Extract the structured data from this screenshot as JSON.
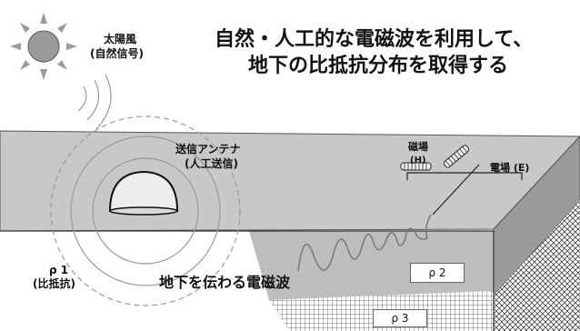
{
  "title": {
    "line1": "自然・人工的な電磁波を利用して、",
    "line2": "地下の比抵抗分布を取得する"
  },
  "sun_label": {
    "line1": "太陽風",
    "line2": "(自然信号)"
  },
  "antenna_label": {
    "line1": "送信アンテナ",
    "line2": "(人工送信)"
  },
  "magnetic_label": {
    "line1": "磁場",
    "line2": "(H)"
  },
  "electric_label": "電場 (E)",
  "rho1_label": {
    "line1": "ρ 1",
    "line2": "(比抵抗)"
  },
  "wave_label": "地下を伝わる電磁波",
  "rho2_label": "ρ 2",
  "rho3_label": "ρ 3",
  "colors": {
    "top_surface": "#c8c8c8",
    "side_shade": "#9a9a9a",
    "front_face": "#ffffff",
    "rho2_region": "#bdbdbd",
    "line": "#222222"
  },
  "icons": [
    "sun-icon",
    "antenna-dome-icon",
    "magnetic-coil-icon",
    "electric-probe-icon",
    "wave-icon"
  ]
}
